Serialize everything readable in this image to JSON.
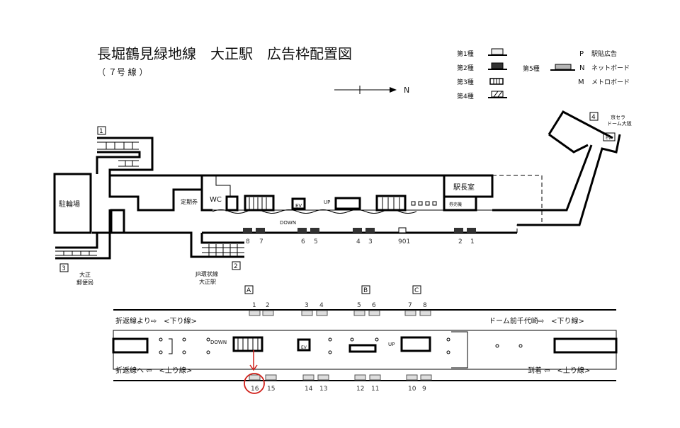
{
  "header": {
    "title": "長堀鶴見緑地線　大正駅　広告枠配置図",
    "subtitle": "（ ７号 線 ）",
    "north_label": "N"
  },
  "legend": {
    "types": [
      {
        "label": "第1種",
        "color": "#f2f2f2"
      },
      {
        "label": "第2種",
        "color": "#333333"
      },
      {
        "label": "第3種",
        "color": "#ffffff"
      },
      {
        "label": "第4種",
        "color": "#ffffff"
      }
    ],
    "type5": {
      "label": "第5種",
      "color": "#b5b5b5"
    },
    "codes": [
      {
        "code": "P",
        "name": "駅貼広告"
      },
      {
        "code": "N",
        "name": "ネットボード"
      },
      {
        "code": "M",
        "name": "メトロボード"
      }
    ]
  },
  "concourse": {
    "exits": [
      "1",
      "2",
      "3",
      "4"
    ],
    "exit4_label": [
      "京セラ",
      "ドーム大阪"
    ],
    "exit3_label": [
      "大正",
      "郵便局"
    ],
    "exit2_label": [
      "JR環状線",
      "大正駅"
    ],
    "rooms": {
      "bicycle": "駐輪場",
      "commuter_pass": "定期券",
      "wc": "WC",
      "station_master": "駅長室",
      "ticket_machine": "券売機",
      "ev": "EV"
    },
    "escalator_down": "DOWN",
    "escalator_up": "UP",
    "panels": [
      "8",
      "7",
      "6",
      "5",
      "4",
      "3",
      "901",
      "2",
      "1"
    ]
  },
  "platform": {
    "boxes": [
      "A",
      "B",
      "C"
    ],
    "top_panels": [
      "1",
      "2",
      "3",
      "4",
      "5",
      "6",
      "7",
      "8"
    ],
    "bottom_panels": [
      "16",
      "15",
      "14",
      "13",
      "12",
      "11",
      "10",
      "9"
    ],
    "top_left_text": "折返線より⇨　<下り線>",
    "top_right_text": "ドーム前千代崎⇨　<下り線>",
    "bottom_left_text": "折返線へ ⇦　<上り線>",
    "bottom_right_text": "到着 ⇦　<上り線>",
    "down_label": "DOWN",
    "up_label": "UP",
    "ev": "EV",
    "highlighted_panel": "16",
    "highlight_color": "#d0201a"
  }
}
